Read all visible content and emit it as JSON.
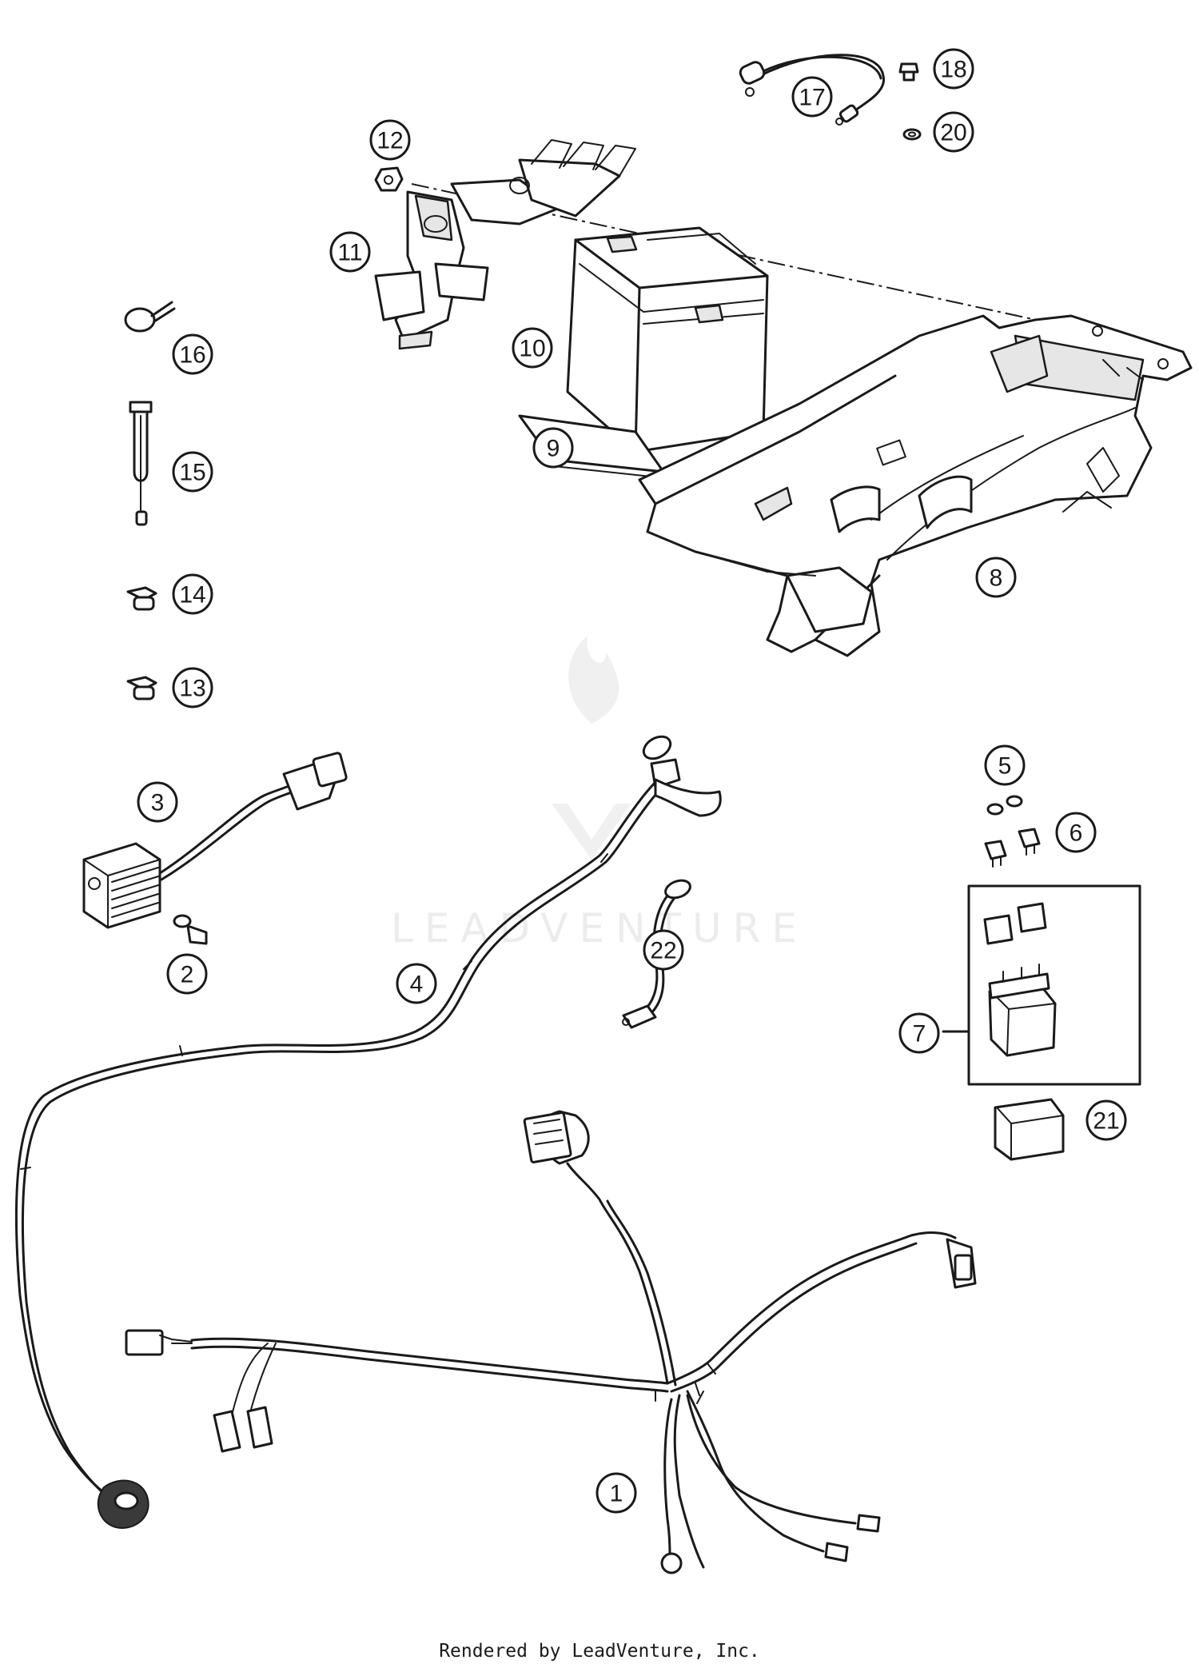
{
  "watermark": {
    "brand": "LEADVENTURE"
  },
  "footer": {
    "credit": "Rendered by LeadVenture, Inc."
  },
  "callouts": [
    {
      "label": "1"
    },
    {
      "label": "2"
    },
    {
      "label": "3"
    },
    {
      "label": "4"
    },
    {
      "label": "5"
    },
    {
      "label": "6"
    },
    {
      "label": "7"
    },
    {
      "label": "8"
    },
    {
      "label": "9"
    },
    {
      "label": "10"
    },
    {
      "label": "11"
    },
    {
      "label": "12"
    },
    {
      "label": "13"
    },
    {
      "label": "14"
    },
    {
      "label": "15"
    },
    {
      "label": "16"
    },
    {
      "label": "17"
    },
    {
      "label": "18"
    },
    {
      "label": "20"
    },
    {
      "label": "21"
    },
    {
      "label": "22"
    }
  ]
}
